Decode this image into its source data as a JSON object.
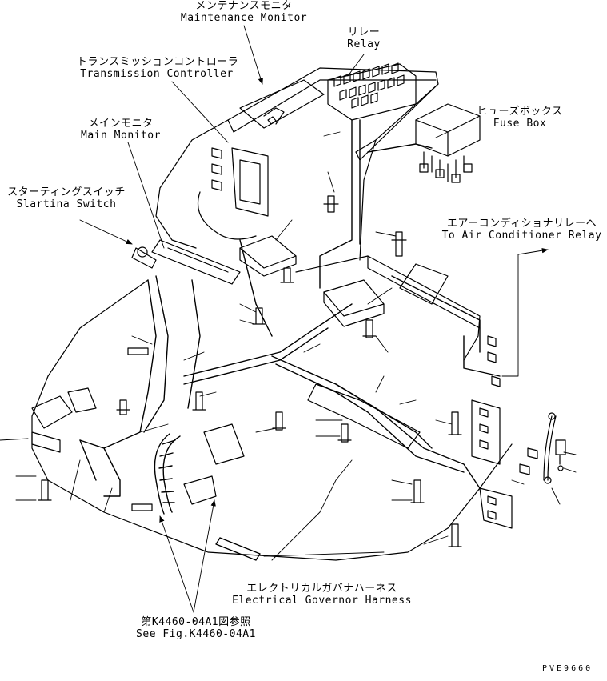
{
  "labels": {
    "maintenance_monitor": {
      "jp": "メンテナンスモニタ",
      "en": "Maintenance Monitor"
    },
    "relay": {
      "jp": "リレー",
      "en": "Relay"
    },
    "transmission_controller": {
      "jp": "トランスミッションコントローラ",
      "en": "Transmission Controller"
    },
    "fuse_box": {
      "jp": "ヒューズボックス",
      "en": "Fuse Box"
    },
    "main_monitor": {
      "jp": "メインモニタ",
      "en": "Main Monitor"
    },
    "starting_switch": {
      "jp": "スターティングスイッチ",
      "en": "Slartina Switch"
    },
    "air_conditioner_relay": {
      "jp": "エアーコンディショナリレーへ",
      "en": "To Air Conditioner Relay"
    },
    "electrical_governor_harness": {
      "jp": "エレクトリカルガバナハーネス",
      "en": "Electrical Governor Harness"
    },
    "see_fig": {
      "jp": "第K4460-04A1図参照",
      "en": "See Fig.K4460-04A1"
    }
  },
  "drawing_code": "PVE9660",
  "colors": {
    "ink": "#000000",
    "paper": "#ffffff"
  }
}
